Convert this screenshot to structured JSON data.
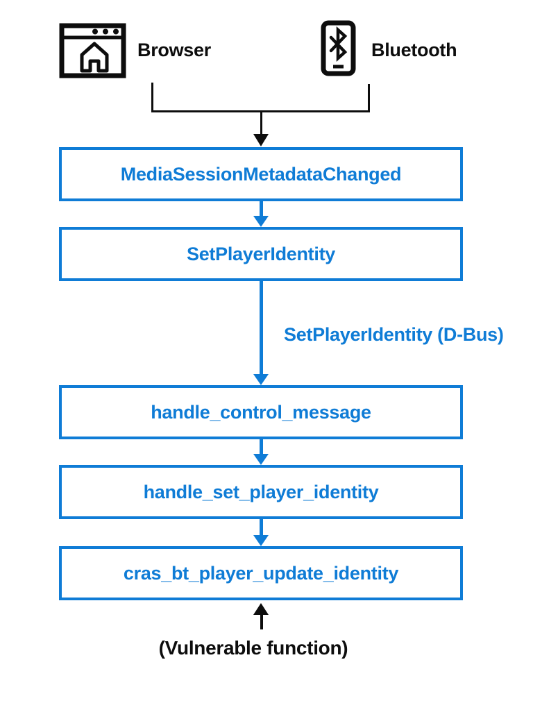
{
  "diagram": {
    "sources": [
      {
        "label": "Browser",
        "icon": "browser-window-icon"
      },
      {
        "label": "Bluetooth",
        "icon": "bluetooth-phone-icon"
      }
    ],
    "flow_boxes": [
      {
        "label": "MediaSessionMetadataChanged"
      },
      {
        "label": "SetPlayerIdentity"
      },
      {
        "label": "handle_control_message"
      },
      {
        "label": "handle_set_player_identity"
      },
      {
        "label": "cras_bt_player_update_identity"
      }
    ],
    "edge_label": "SetPlayerIdentity (D-Bus)",
    "footnote": "(Vulnerable function)",
    "colors": {
      "accent_blue": "#0f7cd6",
      "line_black": "#0d0d0d",
      "background": "#ffffff"
    }
  }
}
